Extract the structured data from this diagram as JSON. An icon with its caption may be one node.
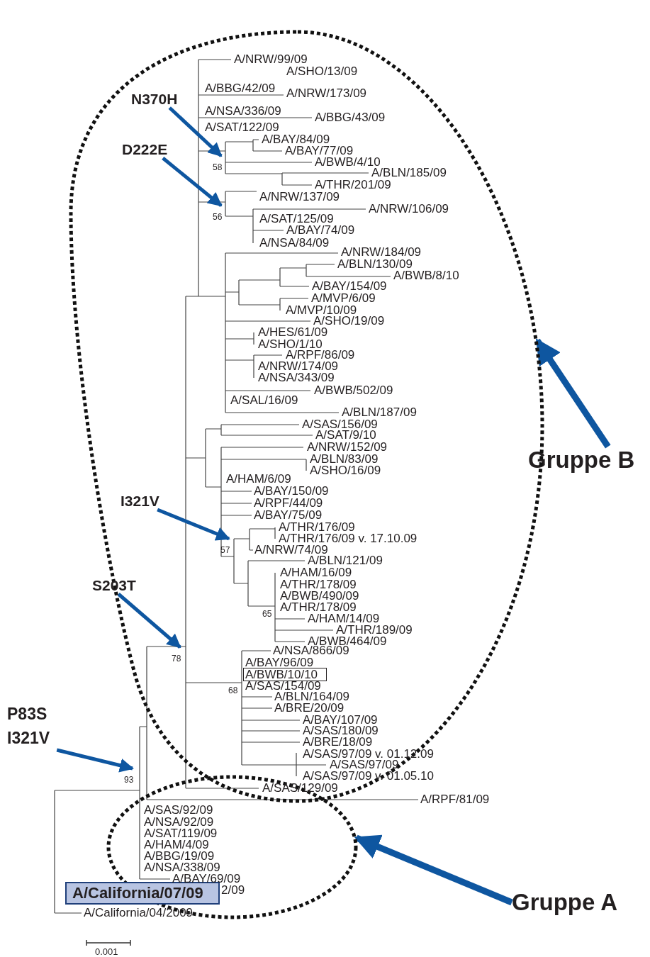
{
  "diagram": {
    "nodes": [
      {
        "text": [
          "Gruppe B"
        ]
      },
      {
        "text": [],
        "shape": "ellipse"
      },
      {
        "text": [
          "Gruppe A"
        ]
      },
      {
        "text": [],
        "shape": "ellipse"
      },
      {
        "text": [
          "A/California/07/09"
        ]
      },
      {
        "text": [
          "N370H"
        ],
        "in": 1
      },
      {
        "text": [
          "D222E"
        ],
        "in": 1
      },
      {
        "text": [
          "I321V"
        ],
        "in": 1
      },
      {
        "text": [
          "S203T"
        ]
      },
      {
        "text": [
          "P83S I321V"
        ]
      },
      {
        "text": [
          "A/BWB/10/10"
        ],
        "in": 1
      },
      {
        "text": [
          "58"
        ],
        "in": 1
      },
      {
        "text": [
          "56"
        ],
        "in": 1
      },
      {
        "text": [
          "57"
        ],
        "in": 1
      },
      {
        "text": [
          "78"
        ],
        "in": 1
      },
      {
        "text": [
          "93"
        ]
      }
    ],
    "edges": [
      {
        "from": 5,
        "to": 11,
        "arrow": "to"
      },
      {
        "from": 6,
        "to": 12,
        "arrow": "to"
      },
      {
        "from": 7,
        "to": 13,
        "arrow": "to"
      },
      {
        "from": 8,
        "to": 14,
        "arrow": "to"
      },
      {
        "from": 9,
        "to": 15,
        "arrow": "to"
      },
      {
        "from": 0,
        "to": 1,
        "arrow": "to",
        "style": "thick"
      },
      {
        "from": 2,
        "to": 3,
        "arrow": "to",
        "style": "thick"
      }
    ],
    "labels": [
      "A/NRW/99/09",
      "A/SHO/13/09",
      "A/BBG/42/09",
      "A/NRW/173/09",
      "A/NSA/336/09",
      "A/BBG/43/09",
      "A/SAT/122/09",
      "A/BAY/84/09",
      "A/BAY/77/09",
      "A/BWB/4/10",
      "A/BLN/185/09",
      "A/THR/201/09",
      "A/NRW/137/09",
      "A/NRW/106/09",
      "A/SAT/125/09",
      "A/BAY/74/09",
      "A/NSA/84/09",
      "A/NRW/184/09",
      "A/BLN/130/09",
      "A/BWB/8/10",
      "A/BAY/154/09",
      "A/MVP/6/09",
      "A/MVP/10/09",
      "A/SHO/19/09",
      "A/HES/61/09",
      "A/SHO/1/10",
      "A/RPF/86/09",
      "A/NRW/174/09",
      "A/NSA/343/09",
      "A/BWB/502/09",
      "A/SAL/16/09",
      "A/BLN/187/09",
      "A/SAS/156/09",
      "A/SAT/9/10",
      "A/NRW/152/09",
      "A/BLN/83/09",
      "A/SHO/16/09",
      "A/HAM/6/09",
      "A/BAY/150/09",
      "A/RPF/44/09",
      "A/BAY/75/09",
      "A/THR/176/09",
      "A/THR/176/09 v. 17.10.09",
      "A/NRW/74/09",
      "A/BLN/121/09",
      "A/HAM/16/09",
      "A/THR/178/09",
      "A/BWB/490/09",
      "A/THR/178/09",
      "65",
      "A/HAM/14/09",
      "A/THR/189/09",
      "A/BWB/464/09",
      "A/NSA/866/09",
      "A/BAY/96/09",
      "A/SAS/154/09",
      "68",
      "A/BLN/164/09",
      "A/BRE/20/09",
      "A/BAY/107/09",
      "A/SAS/180/09",
      "A/BRE/18/09",
      "A/SAS/97/09 v. 01.12.09",
      "A/SAS/97/09",
      "A/SAS/97/09 v. 01.05.10",
      "A/SAS/129/09",
      "A/RPF/81/09",
      "A/SAS/92/09",
      "A/NSA/92/09",
      "A/SAT/119/09",
      "A/HAM/4/09",
      "A/BBG/19/09",
      "A/NSA/338/09",
      "A/BAY/69/09",
      "2/09",
      "A/California/04/2009",
      "0.001"
    ]
  }
}
